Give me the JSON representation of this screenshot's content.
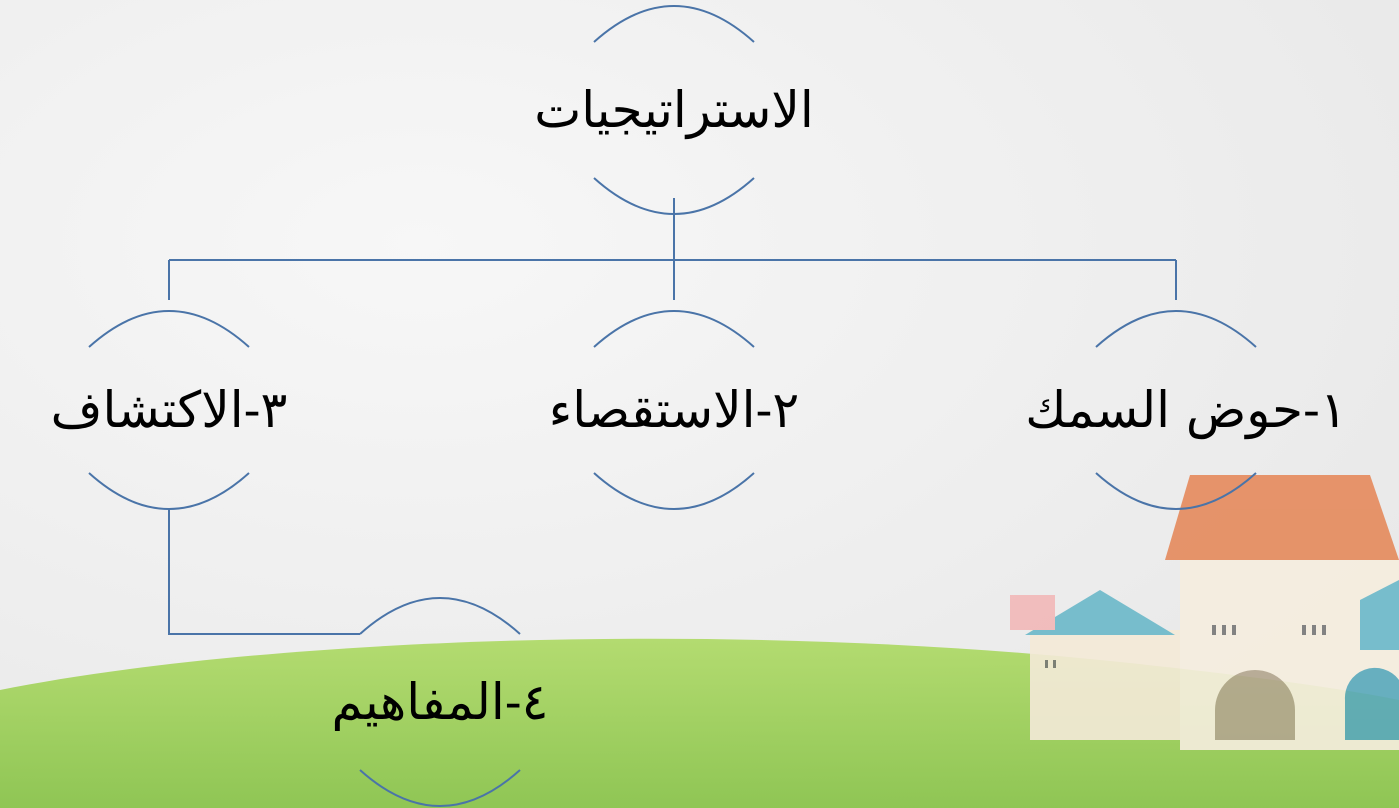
{
  "diagram": {
    "root": {
      "label": "الاستراتيجيات"
    },
    "level1": [
      {
        "label": "١-حوض السمك"
      },
      {
        "label": "٢-الاستقصاء"
      },
      {
        "label": "٣-الاكتشاف"
      }
    ],
    "child_of_3": {
      "label": "٤-المفاهيم"
    }
  },
  "colors": {
    "connector": "#4a74a8",
    "text": "#000000",
    "background": "#efefef",
    "grass": "#9bd04c",
    "roof": "#e58a5c"
  }
}
